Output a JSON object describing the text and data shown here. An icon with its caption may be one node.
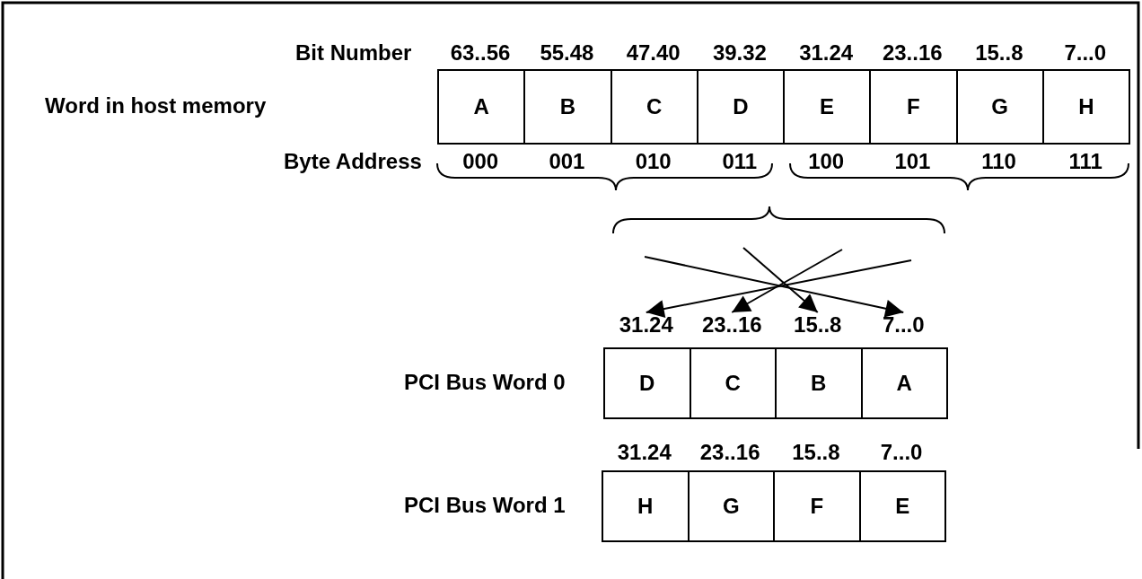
{
  "diagram": {
    "nodes": [
      {
        "text": [
          "A"
        ]
      },
      {
        "text": [
          "B"
        ]
      },
      {
        "text": [
          "C"
        ]
      },
      {
        "text": [
          "D"
        ]
      },
      {
        "text": [
          "E"
        ]
      },
      {
        "text": [
          "F"
        ]
      },
      {
        "text": [
          "G"
        ]
      },
      {
        "text": [
          "H"
        ]
      },
      {
        "text": [
          "31.24"
        ]
      },
      {
        "text": [
          "23..16"
        ]
      },
      {
        "text": [
          "15..8"
        ]
      },
      {
        "text": [
          "7...0"
        ]
      },
      {
        "text": [
          "D"
        ]
      },
      {
        "text": [
          "C"
        ]
      },
      {
        "text": [
          "B"
        ]
      },
      {
        "text": [
          "A"
        ]
      },
      {
        "text": [
          "H"
        ]
      },
      {
        "text": [
          "G"
        ]
      },
      {
        "text": [
          "F"
        ]
      },
      {
        "text": [
          "E"
        ]
      }
    ],
    "edges": [
      {
        "from": null,
        "to": 8,
        "arrow": "to"
      },
      {
        "from": null,
        "to": 9,
        "arrow": "to"
      },
      {
        "from": null,
        "to": 10,
        "arrow": "to"
      },
      {
        "from": null,
        "to": 11,
        "arrow": "to"
      }
    ],
    "labels": [
      "Bit Number",
      "63..56",
      "55.48",
      "47.40",
      "39.32",
      "31.24",
      "23..16",
      "15..8",
      "7...0",
      "Word in host memory",
      "Byte Address",
      "000",
      "001",
      "010",
      "011",
      "100",
      "101",
      "110",
      "111",
      "PCI Bus Word 0",
      "31.24",
      "23..16",
      "15..8",
      "7...0",
      "PCI Bus Word 1"
    ]
  }
}
